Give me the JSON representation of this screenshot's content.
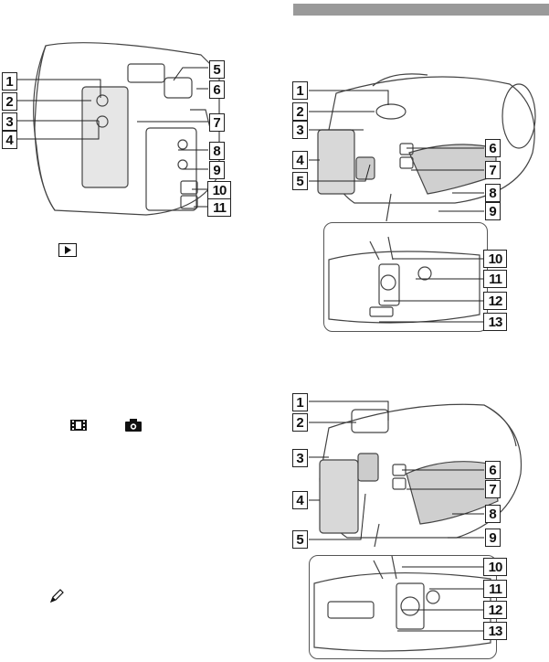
{
  "page": {
    "header_bar_color": "#9a9a9a"
  },
  "fig1": {
    "callouts": [
      "1",
      "2",
      "3",
      "4",
      "5",
      "6",
      "7",
      "8",
      "9",
      "10",
      "11"
    ]
  },
  "fig2": {
    "callouts": [
      "1",
      "2",
      "3",
      "4",
      "5",
      "6",
      "7",
      "8",
      "9",
      "10",
      "11",
      "12",
      "13"
    ]
  },
  "fig3": {
    "callouts": [
      "1",
      "2",
      "3",
      "4",
      "5",
      "6",
      "7",
      "8",
      "9",
      "10",
      "11",
      "12",
      "13"
    ]
  },
  "icons": [
    "playback-icon",
    "movie-icon",
    "camera-icon",
    "pencil-icon"
  ]
}
